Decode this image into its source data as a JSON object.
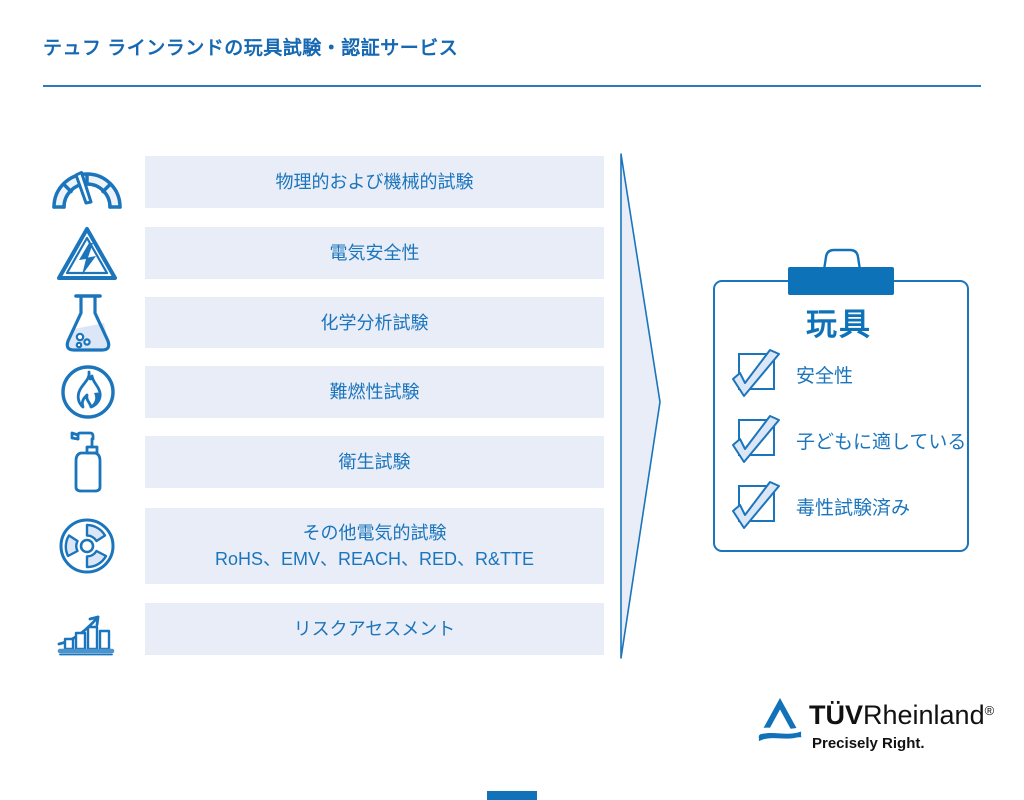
{
  "header": {
    "title": "テュフ ラインランドの玩具試験・認証サービス"
  },
  "services": {
    "items": [
      {
        "icon": "speedometer-icon",
        "label": "物理的および機械的試験"
      },
      {
        "icon": "electrical-hazard-icon",
        "label": "電気安全性"
      },
      {
        "icon": "flask-icon",
        "label": "化学分析試験"
      },
      {
        "icon": "flame-icon",
        "label": "難燃性試験"
      },
      {
        "icon": "pump-bottle-icon",
        "label": "衛生試験"
      },
      {
        "icon": "radiation-icon",
        "label": "その他電気的試験",
        "sublabel": "RoHS、EMV、REACH、RED、R&TTE"
      },
      {
        "icon": "growth-chart-icon",
        "label": "リスクアセスメント"
      }
    ]
  },
  "result": {
    "title": "玩具",
    "items": [
      {
        "icon": "checkmark-icon",
        "label": "安全性"
      },
      {
        "icon": "checkmark-icon",
        "label": "子どもに適している"
      },
      {
        "icon": "checkmark-icon",
        "label": "毒性試験済み"
      }
    ]
  },
  "logo": {
    "tuv": "TÜV",
    "rheinland": "Rheinland",
    "registered": "®",
    "tagline": "Precisely Right."
  },
  "colors": {
    "primary_blue": "#1272b9",
    "solid_blue": "#0e72b8",
    "stroke_blue": "#1b75bc",
    "title_blue": "#1568b1",
    "box_fill": "#e9edf8",
    "check_fill": "#dbe7f6"
  }
}
